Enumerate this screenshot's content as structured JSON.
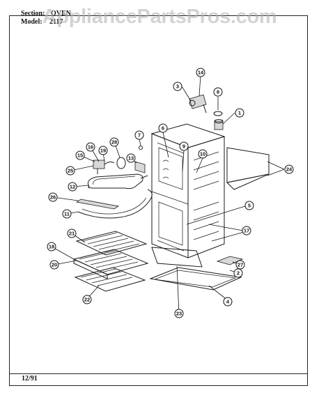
{
  "header": {
    "section_label": "Section:",
    "section_value": "OVEN",
    "model_label": "Model:",
    "model_value": "2117"
  },
  "watermark": "AppliancePartsPros.com",
  "footer": {
    "date": "12/91"
  },
  "callouts": [
    "1",
    "2",
    "3",
    "4",
    "5",
    "6",
    "7",
    "8",
    "9",
    "10",
    "11",
    "12",
    "13",
    "14",
    "15",
    "16",
    "17",
    "18",
    "19",
    "20",
    "21",
    "22",
    "23",
    "24",
    "25",
    "26",
    "27",
    "28"
  ]
}
